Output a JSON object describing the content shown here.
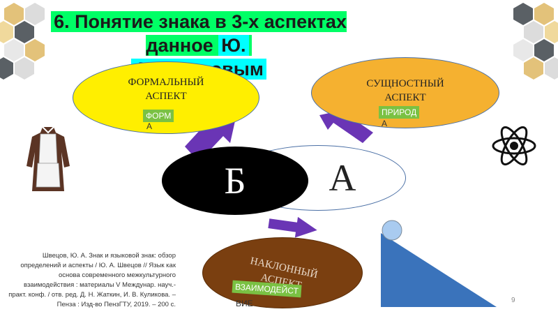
{
  "title": {
    "line1_main": "6. Понятие знака в 3-х аспектах данное ",
    "line1_hl": "Ю.",
    "line2": "А. Швецовым"
  },
  "ellipses": {
    "formal": {
      "label": "ФОРМАЛЬНЫЙ АСПЕКТ",
      "tag": "ФОРМ",
      "tag_tail": "А"
    },
    "essential": {
      "label": "СУЩНОСТНЫЙ АСПЕКТ",
      "tag": "ПРИРОД",
      "tag_tail": "А"
    },
    "inclined": {
      "label": "НАКЛОННЫЙ АСПЕКТ",
      "tag": "ВЗАИМОДЕЙСТ",
      "tag_tail": "ВИЕ"
    },
    "b_letter": "Б",
    "a_letter": "А"
  },
  "citation": "Швецов, Ю. А. Знак и языковой знак: обзор определений и аспекты / Ю. А. Швецов // Язык как основа современного межкультурного взаимодействия : материалы V Междунар. науч.-практ. конф. / отв. ред. Д. Н. Жаткин, И. В. Куликова. – Пенза : Изд-во ПензГТУ, 2019. – 200 с.",
  "page_number": "9",
  "colors": {
    "formal": "#ffef00",
    "essential": "#f5b130",
    "inclined": "#7a3f10",
    "arrow": "#6a35b5",
    "tag": "#7ac143",
    "title_bar": "#00ff66",
    "title_hl": "#00ffff",
    "slope": "#3a73bb",
    "ball": "#a9cbf0"
  },
  "icons": [
    "dress-icon",
    "atom-icon",
    "slope-ball-icon",
    "hexagon-pattern"
  ]
}
